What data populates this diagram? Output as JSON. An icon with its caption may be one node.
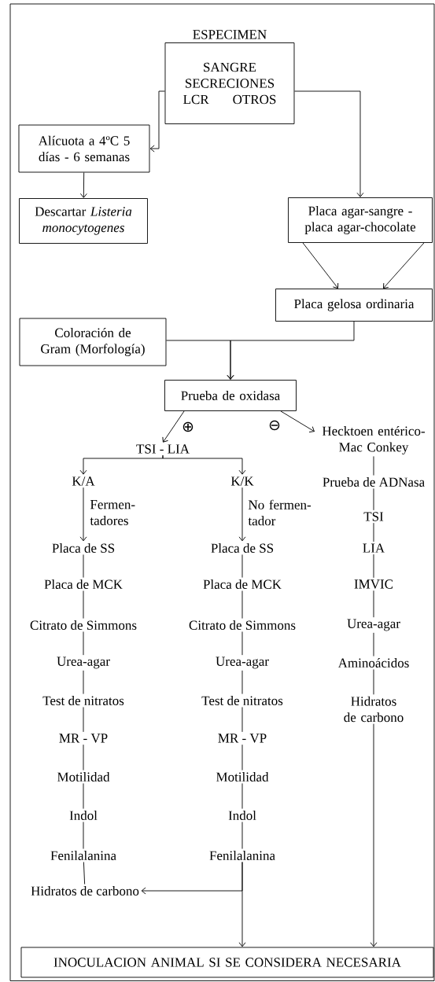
{
  "diagram": {
    "nodes": [
      {
        "text": [
          "ESPECIMEN",
          "SANGRE SECRECIONES LCR OTROS"
        ]
      },
      {
        "text": [
          "Alícuota a 4ºC 5 días - 6 semanas"
        ]
      },
      {
        "text": [
          "Descartar *Listeria monocytogenes*"
        ]
      },
      {
        "text": [
          "Placa agar-sangre - placa agar-chocolate"
        ]
      },
      {
        "text": [
          "Placa gelosa ordinaria"
        ]
      },
      {
        "text": [
          "Coloración de Gram (Morfología)"
        ]
      },
      {
        "text": [
          "Prueba de oxidasa"
        ]
      },
      {
        "text": [
          "TSI - LIA"
        ]
      },
      {
        "text": [
          "K/A"
        ]
      },
      {
        "text": [
          "K/K"
        ]
      },
      {
        "text": [
          "Hecktoen entérico- Mac Conkey"
        ]
      },
      {
        "text": [
          "Placa de SS"
        ]
      },
      {
        "text": [
          "Placa de SS"
        ]
      },
      {
        "text": [
          "Placa de MCK"
        ]
      },
      {
        "text": [
          "Citrato de Simmons"
        ]
      },
      {
        "text": [
          "Urea-agar"
        ]
      },
      {
        "text": [
          "Test de nitratos"
        ]
      },
      {
        "text": [
          "MR - VP"
        ]
      },
      {
        "text": [
          "Motilidad"
        ]
      },
      {
        "text": [
          "Indol"
        ]
      },
      {
        "text": [
          "Fenilalanina"
        ]
      },
      {
        "text": [
          "Hidratos de carbono"
        ]
      },
      {
        "text": [
          "Placa de MCK"
        ]
      },
      {
        "text": [
          "Citrato de Simmons"
        ]
      },
      {
        "text": [
          "Urea-agar"
        ]
      },
      {
        "text": [
          "Test de nitratos"
        ]
      },
      {
        "text": [
          "MR - VP"
        ]
      },
      {
        "text": [
          "Motilidad"
        ]
      },
      {
        "text": [
          "Indol"
        ]
      },
      {
        "text": [
          "Fenilalanina"
        ]
      },
      {
        "text": [
          "Prueba de ADNasa"
        ]
      },
      {
        "text": [
          "TSI"
        ]
      },
      {
        "text": [
          "LIA"
        ]
      },
      {
        "text": [
          "IMVIC"
        ]
      },
      {
        "text": [
          "Urea-agar"
        ]
      },
      {
        "text": [
          "Aminoácidos"
        ]
      },
      {
        "text": [
          "Hidratos de carbono"
        ]
      },
      {
        "text": [
          "INOCULACION ANIMAL SI SE CONSIDERA NECESARIA"
        ]
      }
    ],
    "edges": [
      {
        "from": 0,
        "to": 1,
        "arrow": "to"
      },
      {
        "from": 0,
        "to": 3,
        "arrow": "to"
      },
      {
        "from": 1,
        "to": 2,
        "arrow": "to"
      },
      {
        "from": 3,
        "to": 4,
        "arrow": "to"
      },
      {
        "from": 3,
        "to": 4,
        "arrow": "to"
      },
      {
        "from": 4,
        "to": 6,
        "arrow": "to"
      },
      {
        "from": 5,
        "to": 6,
        "arrow": "to"
      },
      {
        "from": 6,
        "to": 7,
        "arrow": "to",
        "label": "⊕"
      },
      {
        "from": 6,
        "to": 10,
        "arrow": "to",
        "label": "⊖"
      },
      {
        "from": 7,
        "to": 8,
        "arrow": "to"
      },
      {
        "from": 7,
        "to": 9,
        "arrow": "to"
      },
      {
        "from": 8,
        "to": 11,
        "arrow": "to",
        "label": "Fermen- tadores"
      },
      {
        "from": 9,
        "to": 12,
        "arrow": "to",
        "label": "No fermen- tador"
      },
      {
        "from": 11,
        "to": 13,
        "arrow": "none"
      },
      {
        "from": 13,
        "to": 14,
        "arrow": "none"
      },
      {
        "from": 14,
        "to": 15,
        "arrow": "none"
      },
      {
        "from": 15,
        "to": 16,
        "arrow": "none"
      },
      {
        "from": 16,
        "to": 17,
        "arrow": "none"
      },
      {
        "from": 17,
        "to": 18,
        "arrow": "none"
      },
      {
        "from": 18,
        "to": 19,
        "arrow": "none"
      },
      {
        "from": 19,
        "to": 20,
        "arrow": "none"
      },
      {
        "from": 20,
        "to": 21,
        "arrow": "none"
      },
      {
        "from": 12,
        "to": 22,
        "arrow": "none"
      },
      {
        "from": 22,
        "to": 23,
        "arrow": "none"
      },
      {
        "from": 23,
        "to": 24,
        "arrow": "none"
      },
      {
        "from": 24,
        "to": 25,
        "arrow": "none"
      },
      {
        "from": 25,
        "to": 26,
        "arrow": "none"
      },
      {
        "from": 26,
        "to": 27,
        "arrow": "none"
      },
      {
        "from": 27,
        "to": 28,
        "arrow": "none"
      },
      {
        "from": 28,
        "to": 29,
        "arrow": "none"
      },
      {
        "from": 29,
        "to": 21,
        "arrow": "to"
      },
      {
        "from": 29,
        "to": 37,
        "arrow": "to"
      },
      {
        "from": 10,
        "to": 30,
        "arrow": "none"
      },
      {
        "from": 30,
        "to": 31,
        "arrow": "none"
      },
      {
        "from": 31,
        "to": 32,
        "arrow": "none"
      },
      {
        "from": 32,
        "to": 33,
        "arrow": "none"
      },
      {
        "from": 33,
        "to": 34,
        "arrow": "none"
      },
      {
        "from": 34,
        "to": 35,
        "arrow": "none"
      },
      {
        "from": 35,
        "to": 36,
        "arrow": "none"
      },
      {
        "from": 36,
        "to": 37,
        "arrow": "to"
      }
    ]
  }
}
